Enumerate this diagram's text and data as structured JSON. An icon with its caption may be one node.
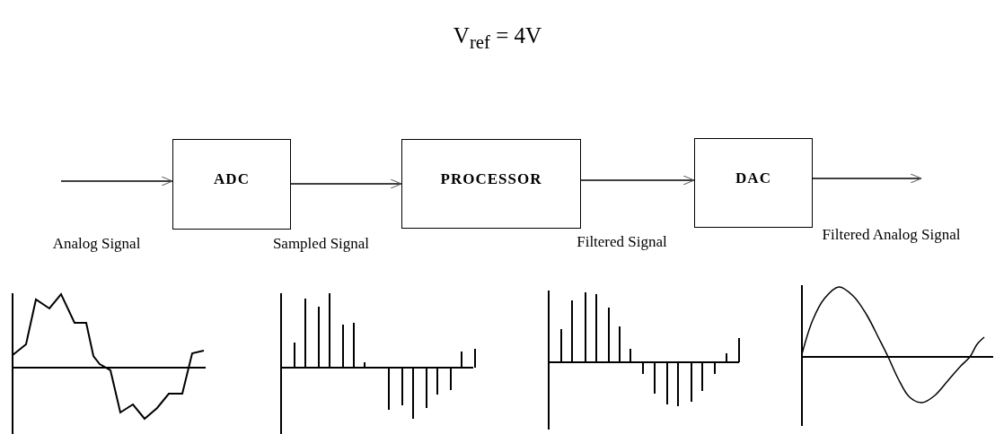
{
  "diagram": {
    "title": "V$_{ref}$ = 4V",
    "nodes": [
      {
        "text": [
          "ADC"
        ]
      },
      {
        "text": [
          "PROCESSOR"
        ]
      },
      {
        "text": [
          "DAC"
        ]
      }
    ],
    "edges": [
      {
        "from": null,
        "to": 0,
        "arrow": "to"
      },
      {
        "from": 0,
        "to": 1,
        "arrow": "to"
      },
      {
        "from": 1,
        "to": 2,
        "arrow": "to"
      },
      {
        "from": 2,
        "to": null,
        "arrow": "to"
      }
    ],
    "labels": [
      "Analog Signal",
      "Sampled Signal",
      "Filtered Signal",
      "Filtered Analog Signal"
    ]
  }
}
